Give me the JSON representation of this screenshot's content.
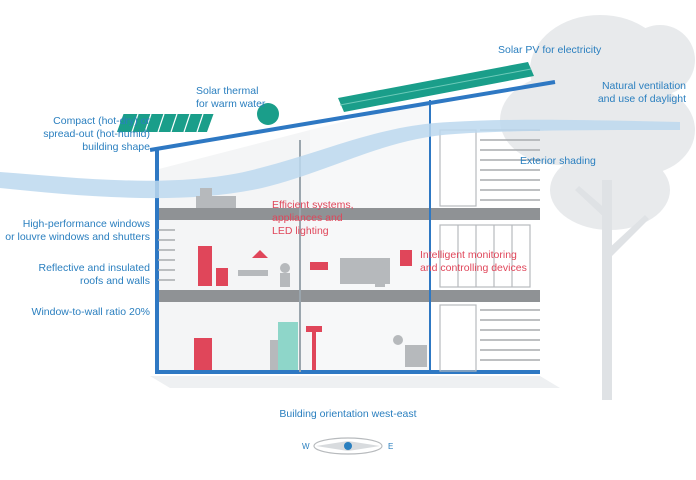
{
  "labels": {
    "solar_pv": "Solar PV for electricity",
    "solar_thermal": "Solar thermal\nfor warm water",
    "natural_ventilation": "Natural ventilation\nand use of daylight",
    "building_shape": "Compact (hot-dry) or\nspread-out (hot-humid)\nbuilding shape",
    "exterior_shading": "Exterior shading",
    "windows": "High-performance windows\nor louvre windows and shutters",
    "roofs_walls": "Reflective and insulated\nroofs and walls",
    "window_ratio": "Window-to-wall ratio 20%",
    "efficient_systems": "Efficient systems,\nappliances and\nLED lighting",
    "intelligent_monitoring": "Intelligent monitoring\nand controlling devices",
    "orientation": "Building orientation west-east",
    "compass_west": "W",
    "compass_east": "E"
  },
  "colors": {
    "label_blue": "#2a7fbf",
    "label_red": "#e0465a",
    "structure_blue": "#2e78c3",
    "floor_gray": "#8a8d90",
    "panel_teal": "#1a9e8a",
    "air_flow": "#bcd8ef",
    "tree_gray": "#e6e8ea"
  }
}
